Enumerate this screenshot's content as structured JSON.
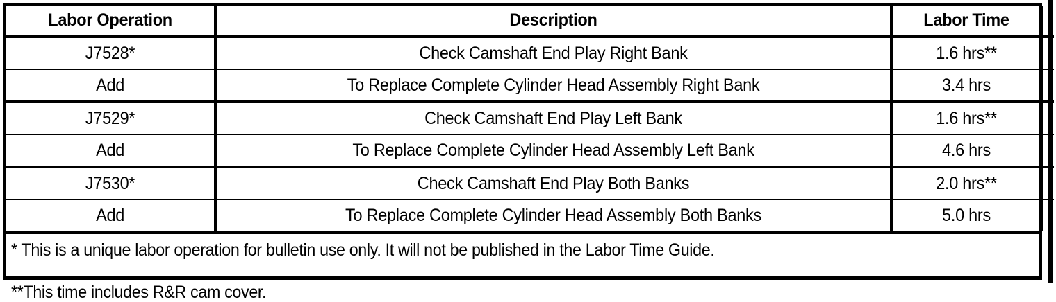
{
  "table": {
    "columns": [
      {
        "key": "operation",
        "label": "Labor Operation"
      },
      {
        "key": "description",
        "label": "Description"
      },
      {
        "key": "time",
        "label": "Labor Time"
      },
      {
        "key": "spacer",
        "label": ""
      }
    ],
    "rows": [
      {
        "operation": "J7528*",
        "description": "Check Camshaft End Play Right Bank",
        "time": "1.6 hrs**",
        "spacer": ""
      },
      {
        "operation": "Add",
        "description": "To Replace Complete Cylinder Head Assembly Right Bank",
        "time": "3.4 hrs",
        "spacer": ""
      },
      {
        "operation": "J7529*",
        "description": "Check Camshaft End Play Left Bank",
        "time": "1.6 hrs**",
        "spacer": ""
      },
      {
        "operation": "Add",
        "description": "To Replace Complete Cylinder Head Assembly Left Bank",
        "time": "4.6 hrs",
        "spacer": ""
      },
      {
        "operation": "J7530*",
        "description": "Check Camshaft End Play Both Banks",
        "time": "2.0 hrs**",
        "spacer": ""
      },
      {
        "operation": "Add",
        "description": "To Replace Complete Cylinder Head Assembly Both Banks",
        "time": "5.0 hrs",
        "spacer": ""
      }
    ]
  },
  "footnotes": [
    "* This is a unique labor operation for bulletin use only. It will not be published in the Labor Time Guide.",
    "**This time includes R&R cam cover."
  ],
  "colors": {
    "rule": "#000000",
    "background": "#ffffff",
    "text": "#000000"
  }
}
